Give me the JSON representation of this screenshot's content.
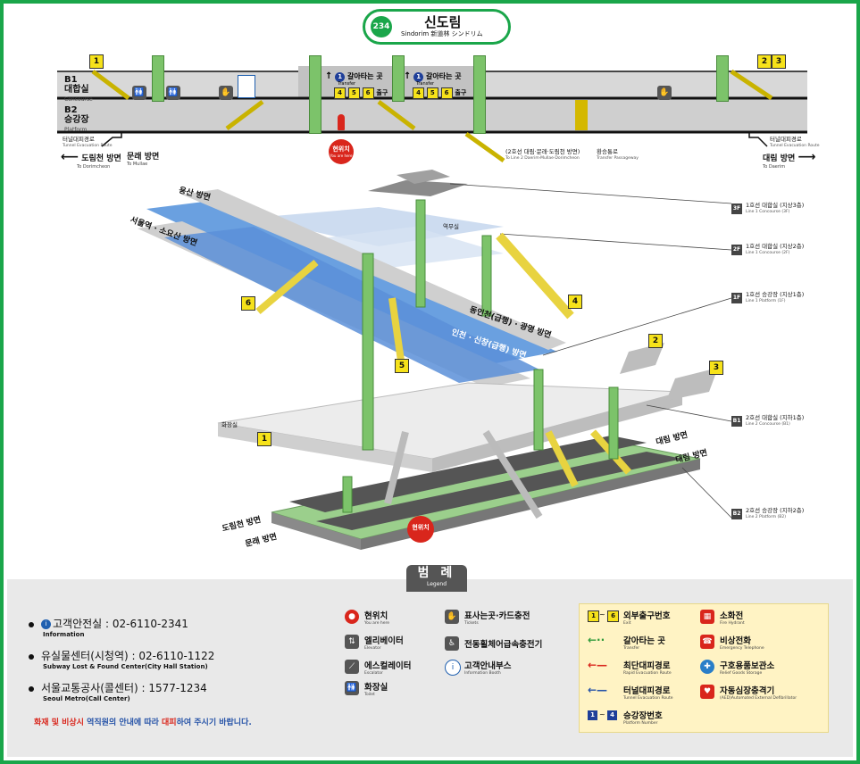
{
  "station": {
    "line_number": "234",
    "name_ko": "신도림",
    "name_sub": "Sindorim  新道林  シンドリム"
  },
  "floors_top": {
    "b1_label": "B1",
    "b1_ko": "대합실",
    "b1_en": "Concourse",
    "b2_label": "B2",
    "b2_ko": "승강장",
    "b2_en": "Platform"
  },
  "exits": {
    "e1": "1",
    "e2": "2",
    "e3": "3",
    "e4": "4",
    "e5": "5",
    "e6": "6"
  },
  "transfer_signs": [
    {
      "label": "갈아타는 곳",
      "sub": "Transfer",
      "line": "1",
      "exits": [
        "4",
        "5",
        "6"
      ],
      "exit_word": "출구"
    },
    {
      "label": "갈아타는 곳",
      "sub": "Transfer",
      "line": "1",
      "exits": [
        "4",
        "5",
        "6"
      ],
      "exit_word": "출구"
    }
  ],
  "top_annotations": {
    "tunnel_left": "터널대피경로",
    "tunnel_left_en": "Tunnel Evacuation Route",
    "tunnel_right": "터널대피경로",
    "tunnel_right_en": "Tunnel Evacuation Route",
    "current_pos": "현위치",
    "current_pos_en": "You are here",
    "line2_dir": "(2호선 대림·문래·도림천 방면)",
    "line2_dir_en": "To Line 2 Daerim·Mullae·Dorimcheon",
    "transfer_passage": "환승통로",
    "transfer_passage_en": "Transfer Passageway"
  },
  "directions_top": {
    "dorimcheon": "도림천 방면",
    "dorimcheon_en": "To Dorimcheon",
    "mullae": "문래 방면",
    "mullae_en": "To Mullae",
    "daerim": "대림 방면",
    "daerim_en": "To Daerim"
  },
  "iso_labels": {
    "yongsan": "용산 방면",
    "seoul": "서울역 · 소요산 방면",
    "dongincheon": "동인천(급행) · 광명 방면",
    "incheon": "인천 · 신창(급행) 방면",
    "daerim": "대림 방면",
    "dorimcheon": "도림천 방면",
    "mullae": "문래 방면",
    "daerim2": "대림 방면",
    "station_office": "역무실",
    "toilet": "화장실",
    "current_pos": "현위치"
  },
  "floor_callouts": [
    {
      "code": "3F",
      "ko": "1호선 대합실 (지상3층)",
      "en": "Line 1 Concourse (3F)"
    },
    {
      "code": "2F",
      "ko": "1호선 대합실 (지상2층)",
      "en": "Line 1 Concourse (2F)"
    },
    {
      "code": "1F",
      "ko": "1호선 승강장 (지상1층)",
      "en": "Line 1 Platform (1F)"
    },
    {
      "code": "B1",
      "ko": "2호선 대합실 (지하1층)",
      "en": "Line 2 Concourse (B1)"
    },
    {
      "code": "B2",
      "ko": "2호선 승강장 (지하2층)",
      "en": "Line 2 Platform (B2)"
    }
  ],
  "legend": {
    "title": "범 례",
    "title_en": "Legend",
    "info": [
      {
        "text": "고객안전실 : 02-6110-2341",
        "sub": "Information",
        "icon": "info-icon"
      },
      {
        "text": "유실물센터(시청역) : 02-6110-1122",
        "sub": "Subway Lost & Found Center(City Hall Station)"
      },
      {
        "text": "서울교통공사(콜센터) : 1577-1234",
        "sub": "Seoul Metro(Call Center)"
      }
    ],
    "warning_a": "화재 및 비상시",
    "warning_b": " 역직원의 안내에 따라 ",
    "warning_c": "대피",
    "warning_d": "하여 주시기 바랍니다.",
    "col1": [
      {
        "ko": "현위치",
        "en": "You are here",
        "icon": "current-position-icon"
      },
      {
        "ko": "엘리베이터",
        "en": "Elevator",
        "icon": "elevator-icon"
      },
      {
        "ko": "에스컬레이터",
        "en": "Escalator",
        "icon": "escalator-icon"
      },
      {
        "ko": "화장실",
        "en": "Toilet",
        "icon": "toilet-icon"
      }
    ],
    "col2": [
      {
        "ko": "표사는곳·카드충전",
        "en": "Tickets",
        "icon": "ticket-icon"
      },
      {
        "ko": "전동휠체어급속충전기",
        "en": "",
        "icon": "wheelchair-charger-icon"
      },
      {
        "ko": "고객안내부스",
        "en": "Information Booth",
        "icon": "info-booth-icon"
      }
    ],
    "col3": [
      {
        "ko": "외부출구번호",
        "en": "Exit",
        "range_a": "1",
        "range_b": "6"
      },
      {
        "ko": "갈아타는 곳",
        "en": "Transfer"
      },
      {
        "ko": "최단대피경로",
        "en": "Rapid Evacuation Route"
      },
      {
        "ko": "터널대피경로",
        "en": "Tunnel Evacuation Route"
      },
      {
        "ko": "승강장번호",
        "en": "Platform Number",
        "range_a": "1",
        "range_b": "4"
      }
    ],
    "col4": [
      {
        "ko": "소화전",
        "en": "Fire Hydrant",
        "icon": "fire-hydrant-icon"
      },
      {
        "ko": "비상전화",
        "en": "Emergency Telephone",
        "icon": "emergency-phone-icon"
      },
      {
        "ko": "구호용품보관소",
        "en": "Relief Goods Storage",
        "icon": "relief-goods-icon"
      },
      {
        "ko": "자동심장충격기",
        "en": "(AED)Automated External Defibrillator",
        "icon": "aed-icon"
      }
    ],
    "colors": {
      "green_arrow": "#2e9a3a",
      "red_arrow": "#d9261c",
      "blue_arrow": "#2754a8",
      "yellow": "#f6e21a",
      "line2_green": "#1aa64a",
      "line1_blue": "#1f3f99"
    }
  }
}
